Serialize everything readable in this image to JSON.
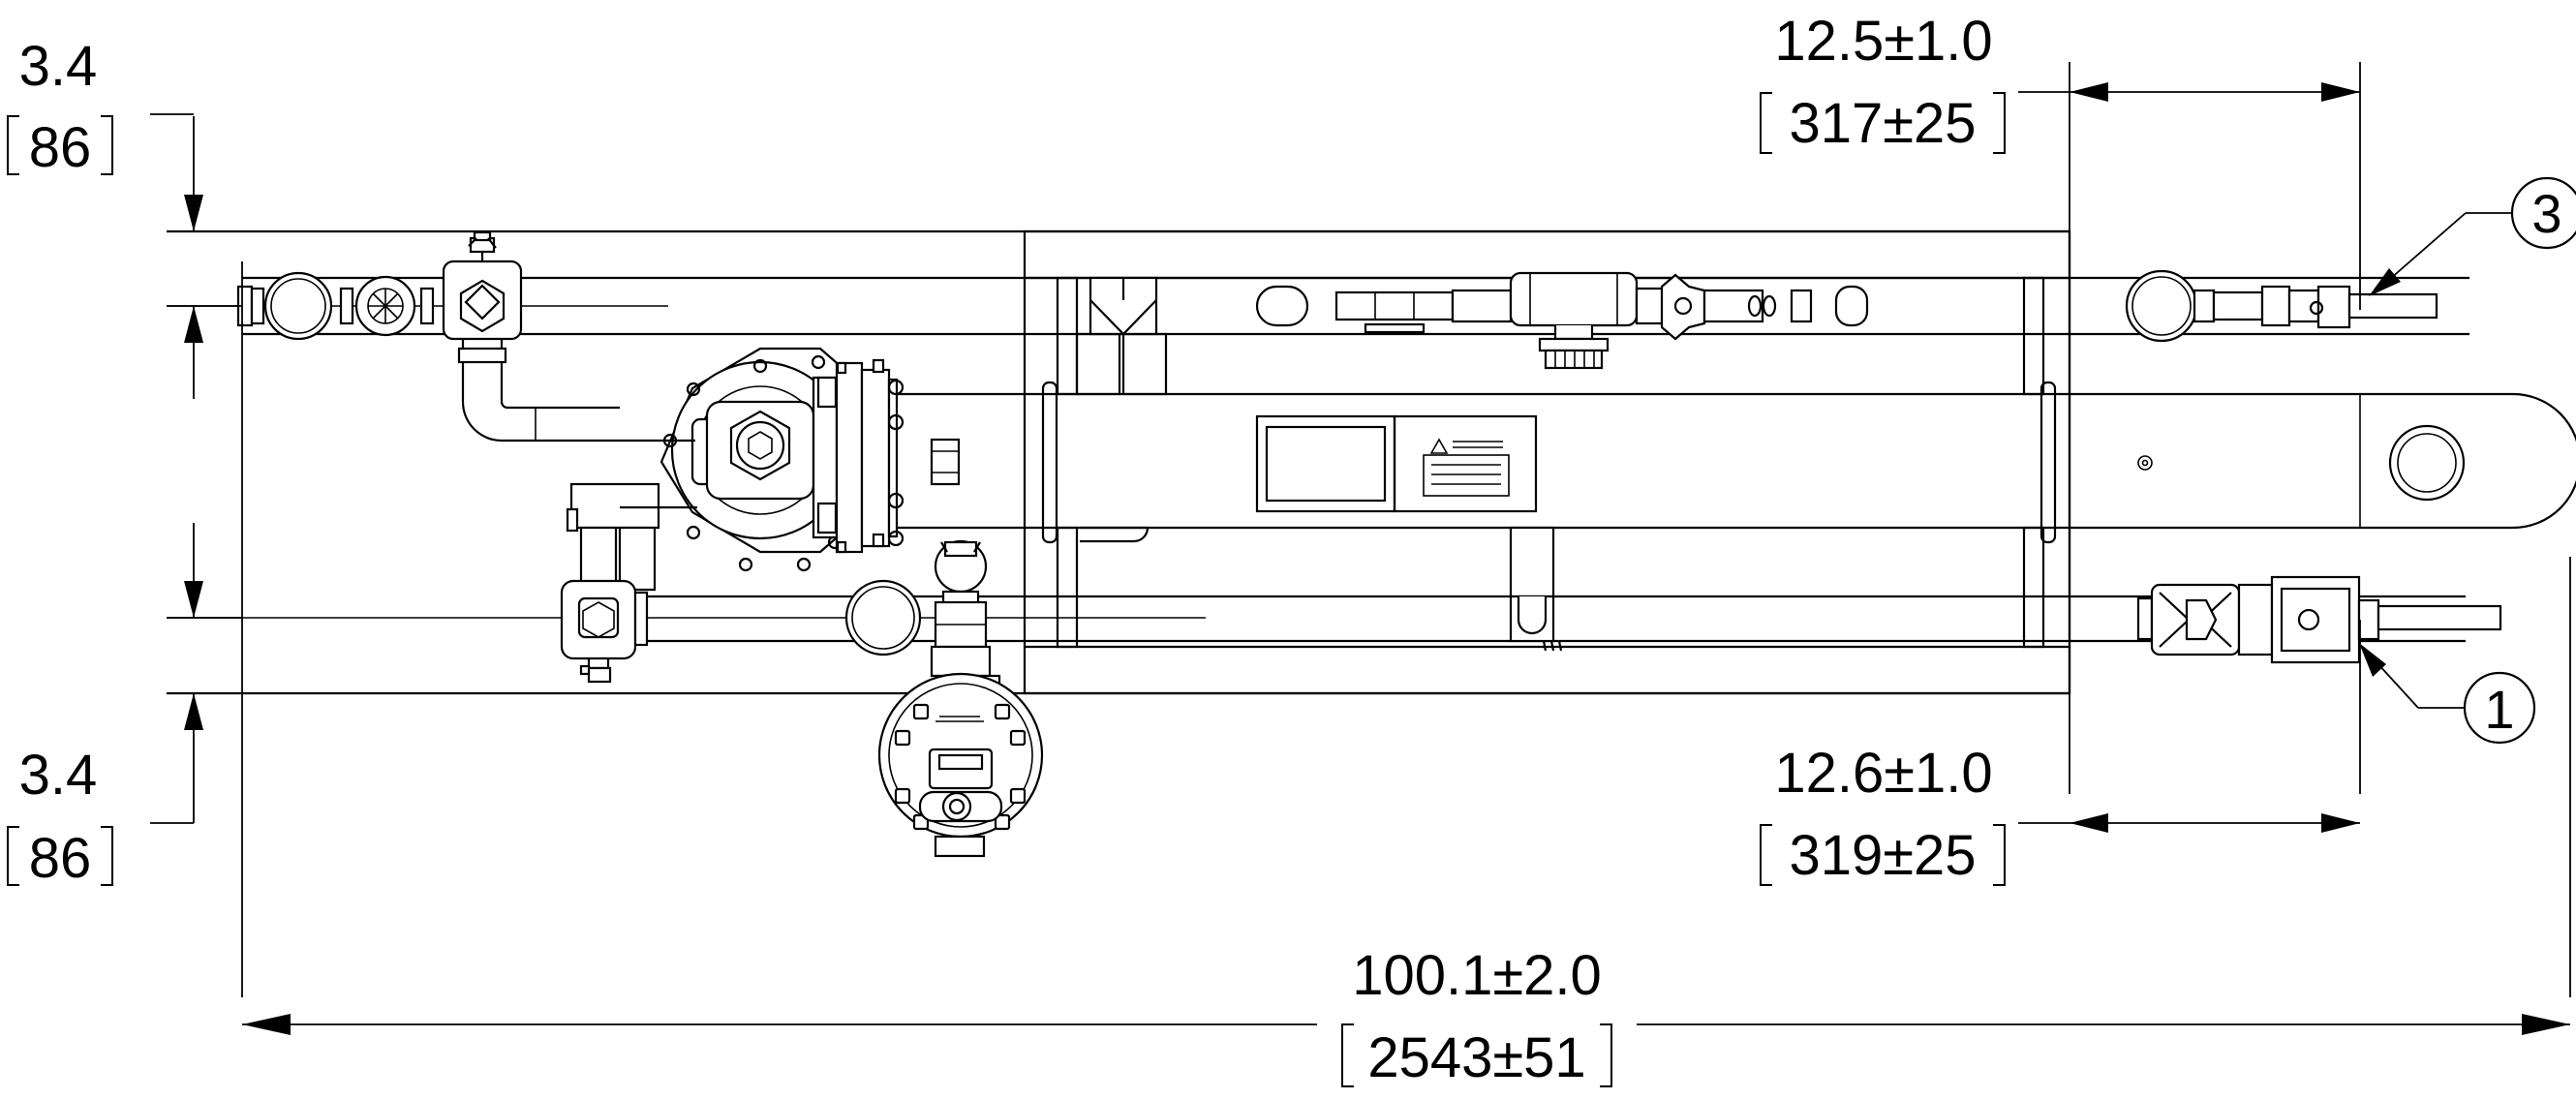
{
  "dimensions": {
    "top_left_offset": {
      "inch": "3.4",
      "mm": "86"
    },
    "bottom_left_offset": {
      "inch": "3.4",
      "mm": "86"
    },
    "top_right_extension": {
      "inch": "12.5±1.0",
      "mm": "317±25"
    },
    "bottom_right_extension": {
      "inch": "12.6±1.0",
      "mm": "319±25"
    },
    "overall_length": {
      "inch": "100.1±2.0",
      "mm": "2543±51"
    }
  },
  "balloons": {
    "upper_connection": "3",
    "lower_connection": "1"
  }
}
